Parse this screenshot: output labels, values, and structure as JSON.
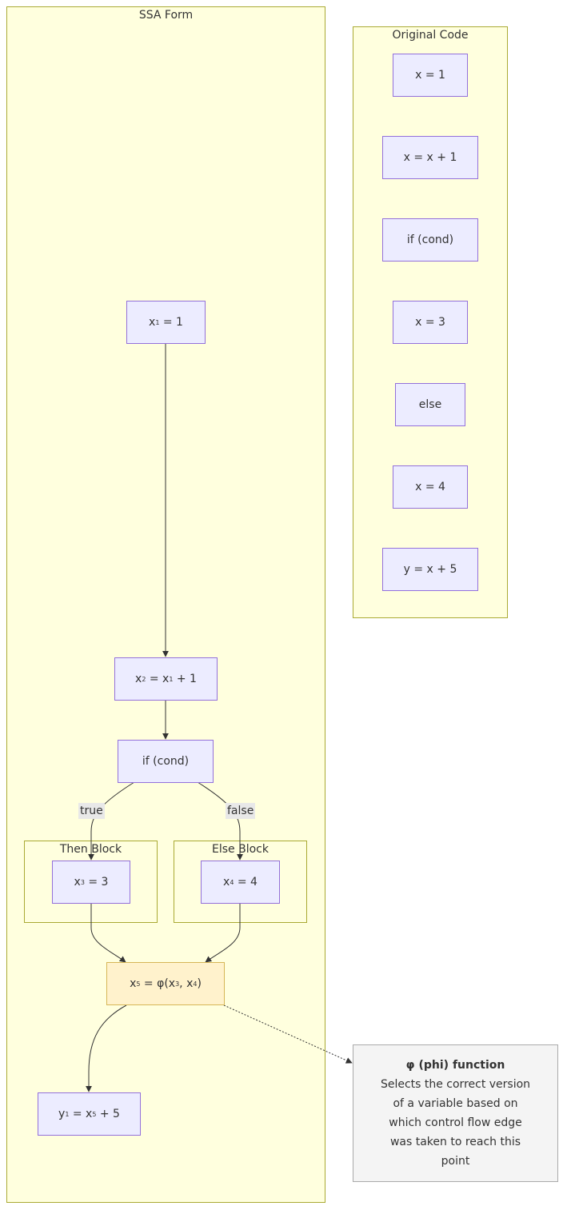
{
  "clusters": {
    "ssa": "SSA Form",
    "original": "Original Code",
    "then": "Then Block",
    "else": "Else Block"
  },
  "original_nodes": [
    "x = 1",
    "x = x + 1",
    "if (cond)",
    "x = 3",
    "else",
    "x = 4",
    "y = x + 5"
  ],
  "ssa_nodes": {
    "x1": {
      "var": "x",
      "sub": "1",
      "rest": " = 1"
    },
    "x2": {
      "var": "x",
      "sub": "2",
      "mid": " = x",
      "sub2": "1",
      "rest": " + 1"
    },
    "cond": "if (cond)",
    "x3": {
      "var": "x",
      "sub": "3",
      "rest": " = 3"
    },
    "x4": {
      "var": "x",
      "sub": "4",
      "rest": " = 4"
    },
    "phi": {
      "var": "x",
      "sub": "5",
      "mid": " = φ(x",
      "sub2": "3",
      "mid2": ", x",
      "sub3": "4",
      "rest": ")"
    },
    "y1": {
      "var": "y",
      "sub": "1",
      "mid": " = x",
      "sub2": "5",
      "rest": " + 5"
    }
  },
  "edge_labels": {
    "true": "true",
    "false": "false"
  },
  "note": {
    "title": "φ (phi) function",
    "lines": [
      "Selects the correct version",
      "of a variable based on",
      "which control flow edge",
      "was taken to reach this",
      "point"
    ]
  },
  "colors": {
    "cluster_fill": "#ffffde",
    "cluster_border": "#aaaa33",
    "node_fill": "#ececff",
    "node_border": "#9370db",
    "phi_fill": "#fff2cc",
    "phi_border": "#d6b656",
    "note_fill": "#f4f4f4",
    "edge": "#333333"
  }
}
